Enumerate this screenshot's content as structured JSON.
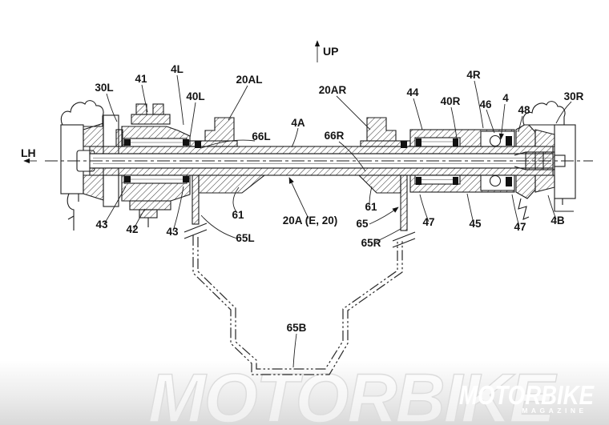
{
  "direction_labels": {
    "up": "UP",
    "lh": "LH"
  },
  "part_labels": {
    "p30L": "30L",
    "p41": "41",
    "p4L": "4L",
    "p40L": "40L",
    "p20AL": "20AL",
    "p66L": "66L",
    "p4A": "4A",
    "p66R": "66R",
    "p20AR": "20AR",
    "p44": "44",
    "p40R": "40R",
    "p4R": "4R",
    "p46": "46",
    "p4": "4",
    "p48": "48",
    "p30R": "30R",
    "p43_left": "43",
    "p42": "42",
    "p43_right": "43",
    "p61_left": "61",
    "p65L": "65L",
    "p20A": "20A (E, 20)",
    "p61_right": "61",
    "p65": "65",
    "p65R": "65R",
    "p47_left": "47",
    "p45": "45",
    "p47_right": "47",
    "p4B": "4B",
    "p65B": "65B"
  },
  "watermark": {
    "outline_text": "MOTORBIKE",
    "logo_text": "MOTORBIKE",
    "logo_subtext": "MAGAZINE"
  },
  "colors": {
    "line": "#1c1c1c",
    "background": "#ffffff",
    "band_gray": "#d9d9d9",
    "outline_watermark": "#dcdcdc",
    "logo_color": "#ffffff"
  }
}
